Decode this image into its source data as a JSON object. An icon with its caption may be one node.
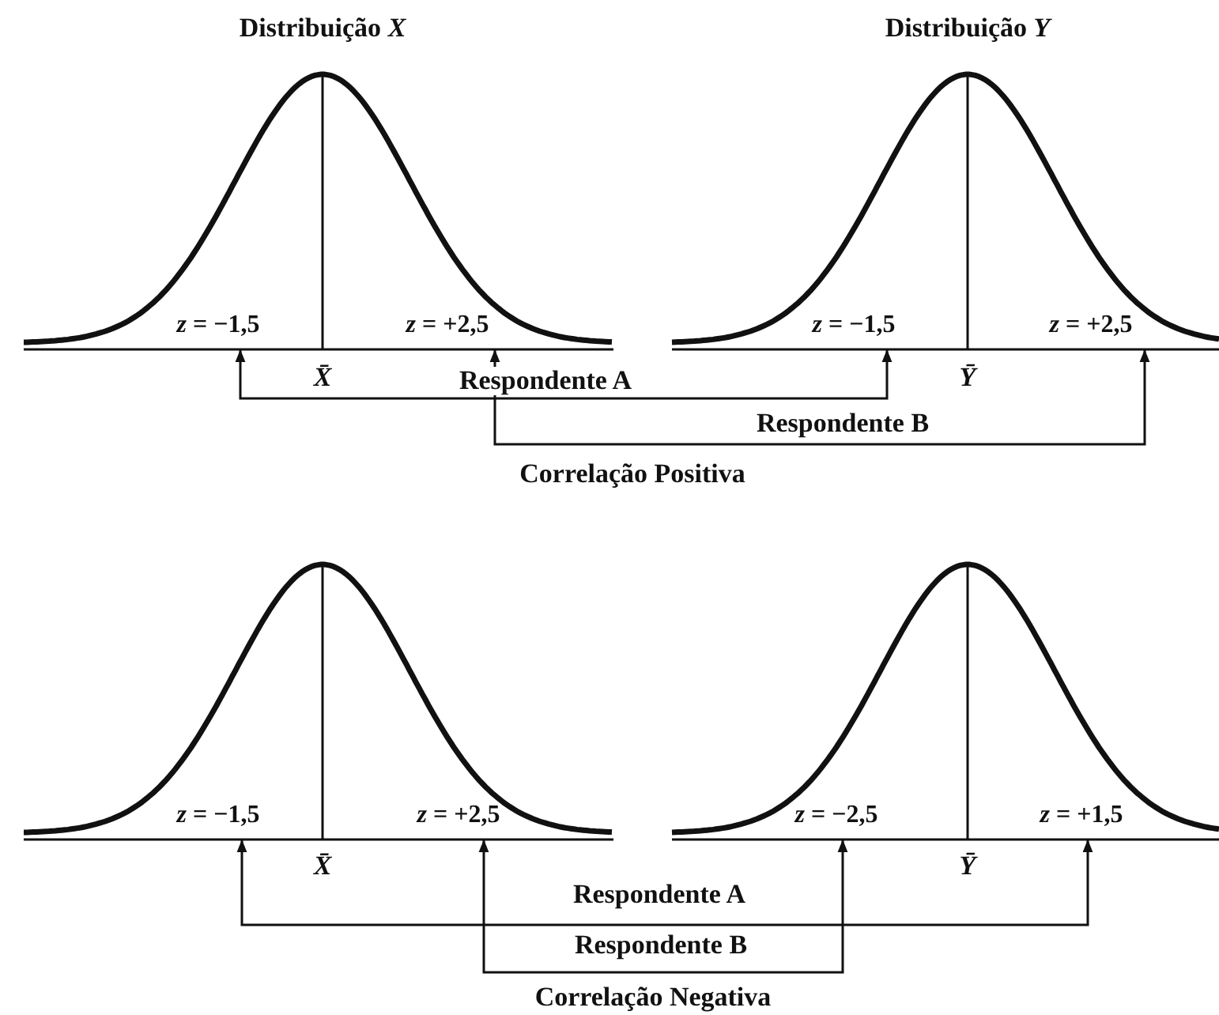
{
  "diagram": {
    "nodes": [
      {
        "text": [
          "*z* = −1,5"
        ]
      },
      {
        "text": [
          "*z* = +2,5"
        ]
      },
      {
        "text": [
          "*z* = −1,5"
        ]
      },
      {
        "text": [
          "*z* = +2,5"
        ]
      },
      {
        "text": [
          "*z* = −1,5"
        ]
      },
      {
        "text": [
          "*z* = +2,5"
        ]
      },
      {
        "text": [
          "*z* = −2,5"
        ]
      },
      {
        "text": [
          "*z* = +1,5"
        ]
      }
    ],
    "edges": [
      {
        "from": 0,
        "to": 2,
        "arrow": "both",
        "label": "Respondente A"
      },
      {
        "from": 1,
        "to": 3,
        "arrow": "both",
        "label": "Respondente B"
      },
      {
        "from": 4,
        "to": 7,
        "arrow": "both",
        "label": "Respondente A"
      },
      {
        "from": 5,
        "to": 6,
        "arrow": "both",
        "label": "Respondente B"
      }
    ],
    "labels": [
      "Distribuição *X*",
      "Distribuição *Y*",
      "X̄",
      "Ȳ",
      "Correlação Positiva",
      "X̄",
      "Ȳ",
      "Correlação Negativa"
    ]
  }
}
